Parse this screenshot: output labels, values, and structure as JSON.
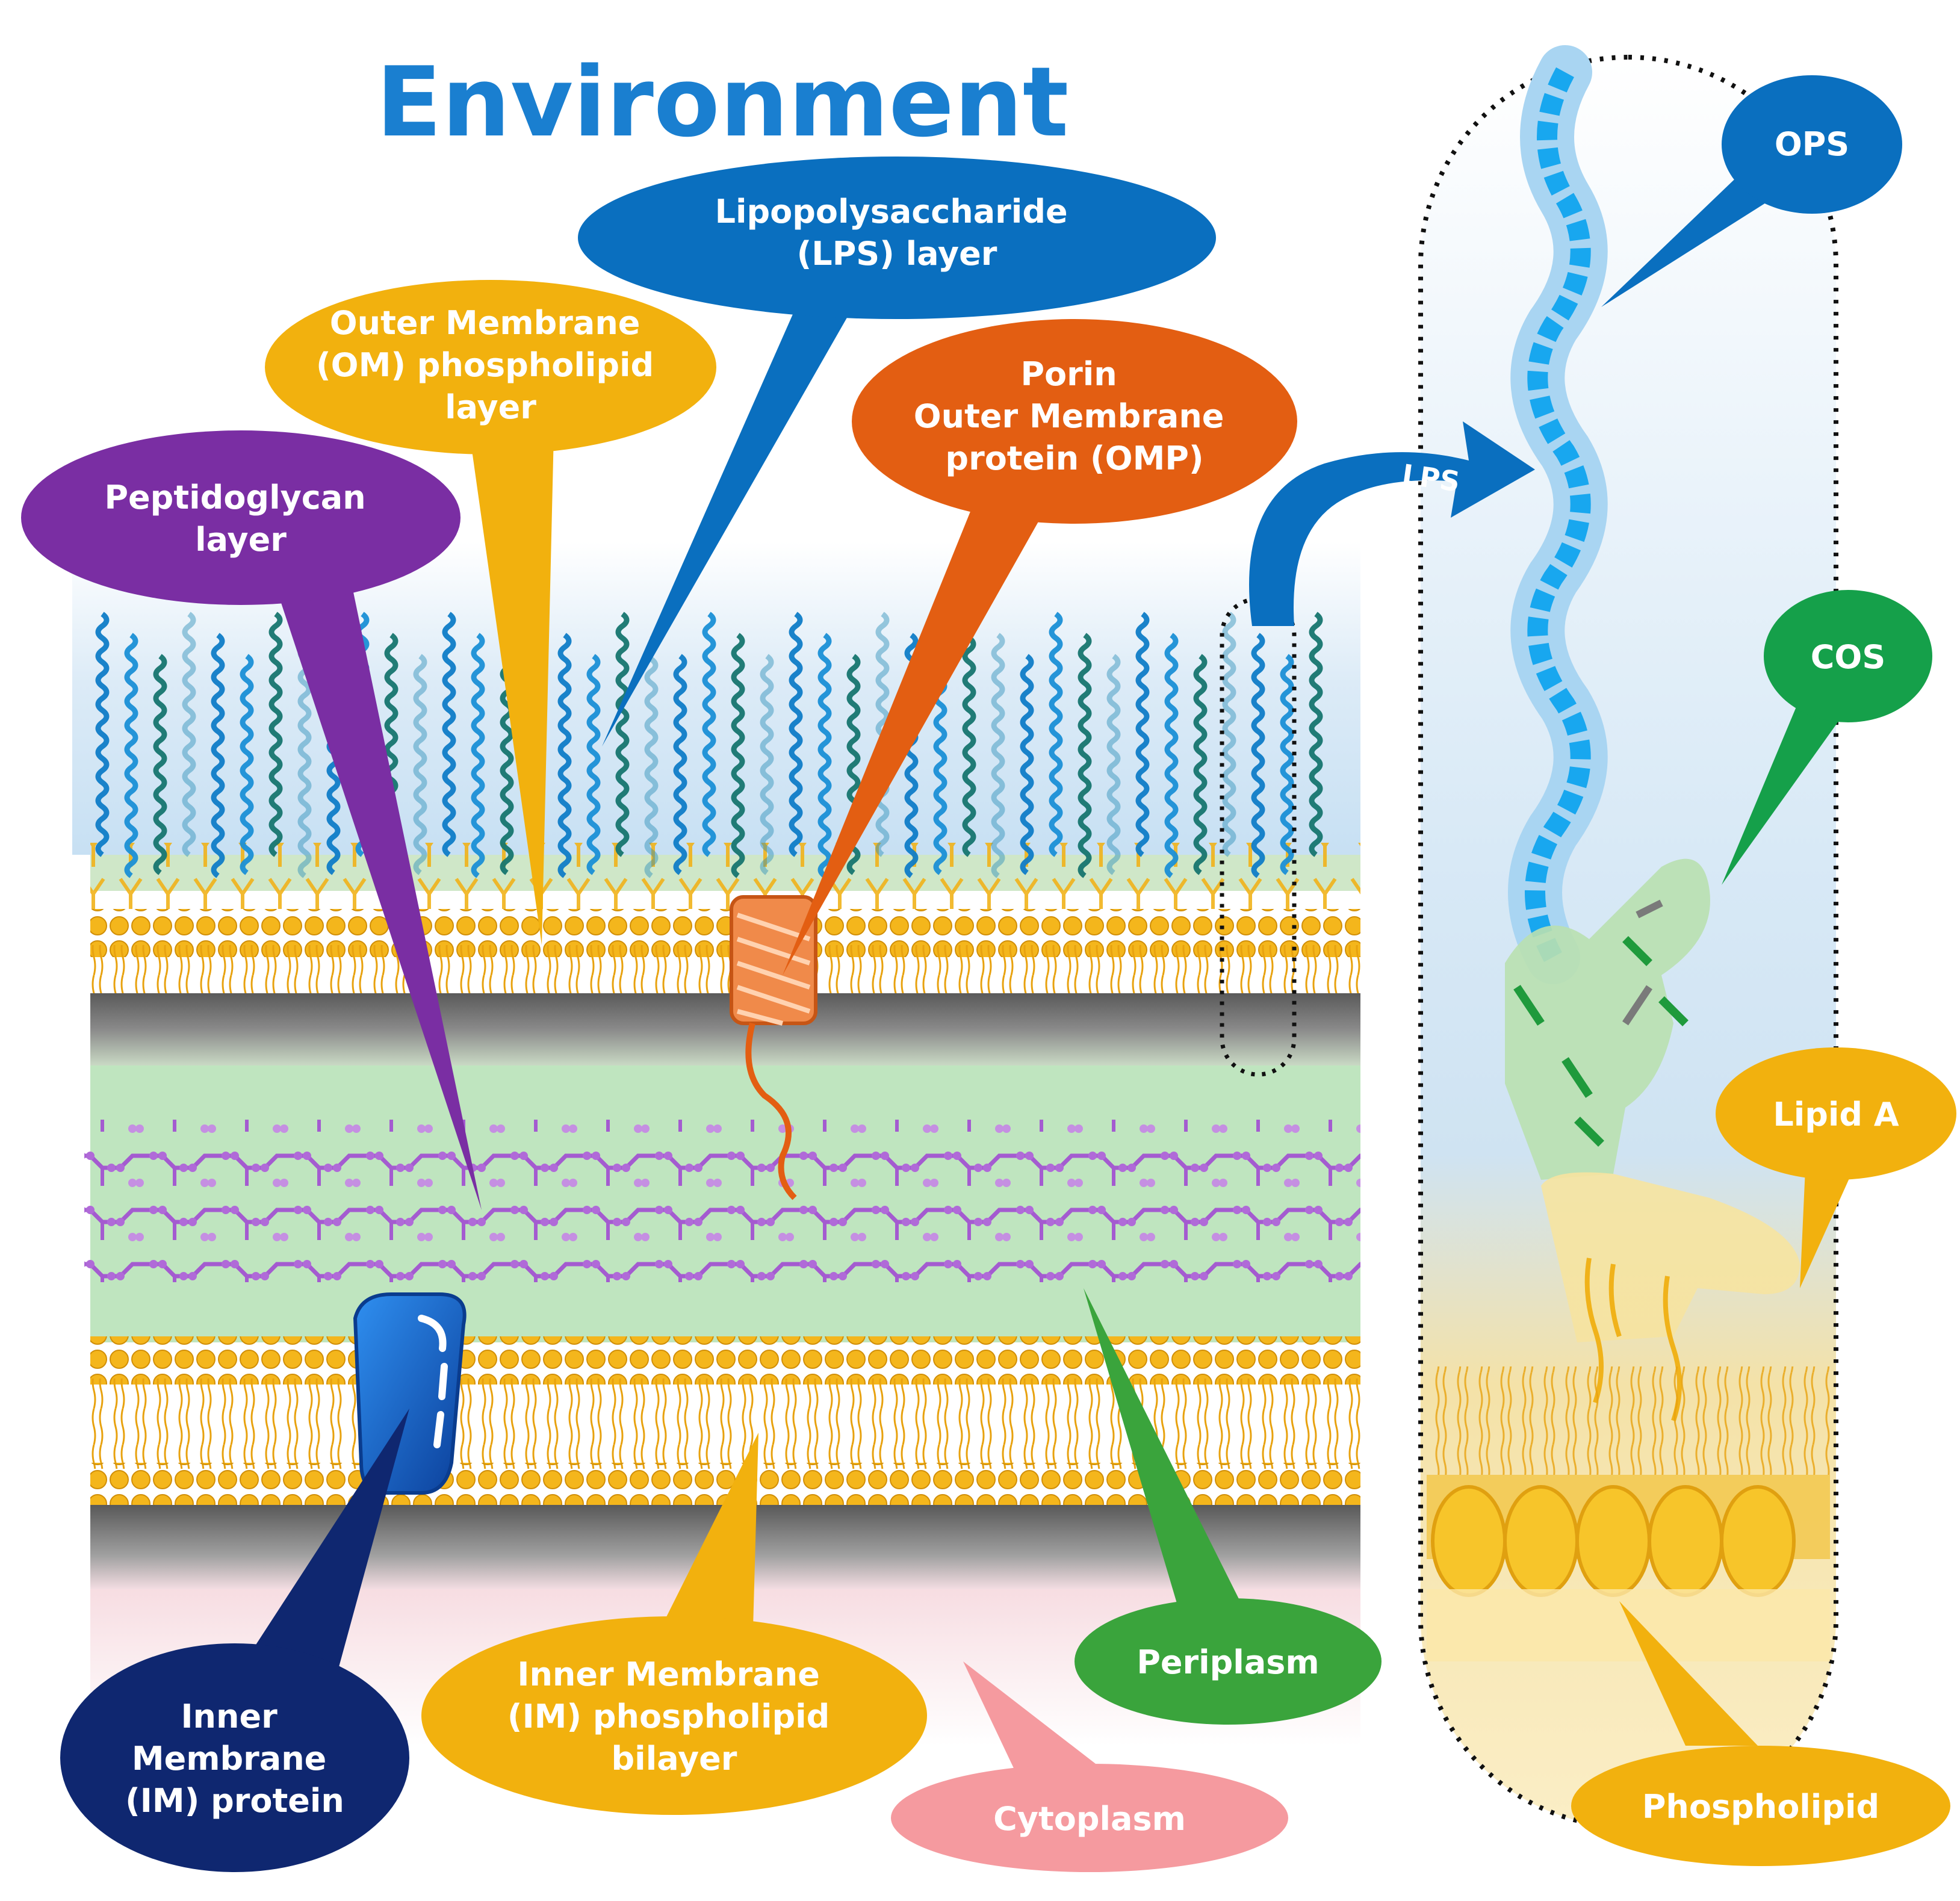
{
  "title": "Environment",
  "labels": {
    "lps_layer": [
      "Lipopolysaccharide",
      "(LPS) layer"
    ],
    "om_layer": [
      "Outer Membrane",
      "(OM) phospholipid",
      "layer"
    ],
    "porin": [
      "Porin",
      "Outer Membrane",
      "protein (OMP)"
    ],
    "peptidoglycan": [
      "Peptidoglycan",
      "layer"
    ],
    "im_protein": [
      "Inner",
      "Membrane",
      "(IM) protein"
    ],
    "im_bilayer": [
      "Inner Membrane",
      "(IM) phospholipid",
      "bilayer"
    ],
    "periplasm": "Periplasm",
    "cytoplasm": "Cytoplasm",
    "ops": "OPS",
    "cos": "COS",
    "lipid_a": "Lipid A",
    "phospholipid": "Phospholipid",
    "lps_arrow": "LPS"
  },
  "colors": {
    "title": "#1a7fd0",
    "lps": "#0a6fbf",
    "om": "#f2b10e",
    "porin": "#e35e12",
    "peptidoglycan": "#7a2ea3",
    "im_protein": "#0f2770",
    "im_bilayer": "#f2b10e",
    "periplasm": "#3aa43c",
    "cytoplasm": "#f59a9f",
    "ops": "#0a6fbf",
    "cos": "#15a04a",
    "lipid_a": "#f2b10e",
    "phospholipid": "#f2b10e",
    "membrane_head": "#f3b51b",
    "periplasm_band": "#bfe5bf",
    "pg_strand": "#a45bd0"
  }
}
